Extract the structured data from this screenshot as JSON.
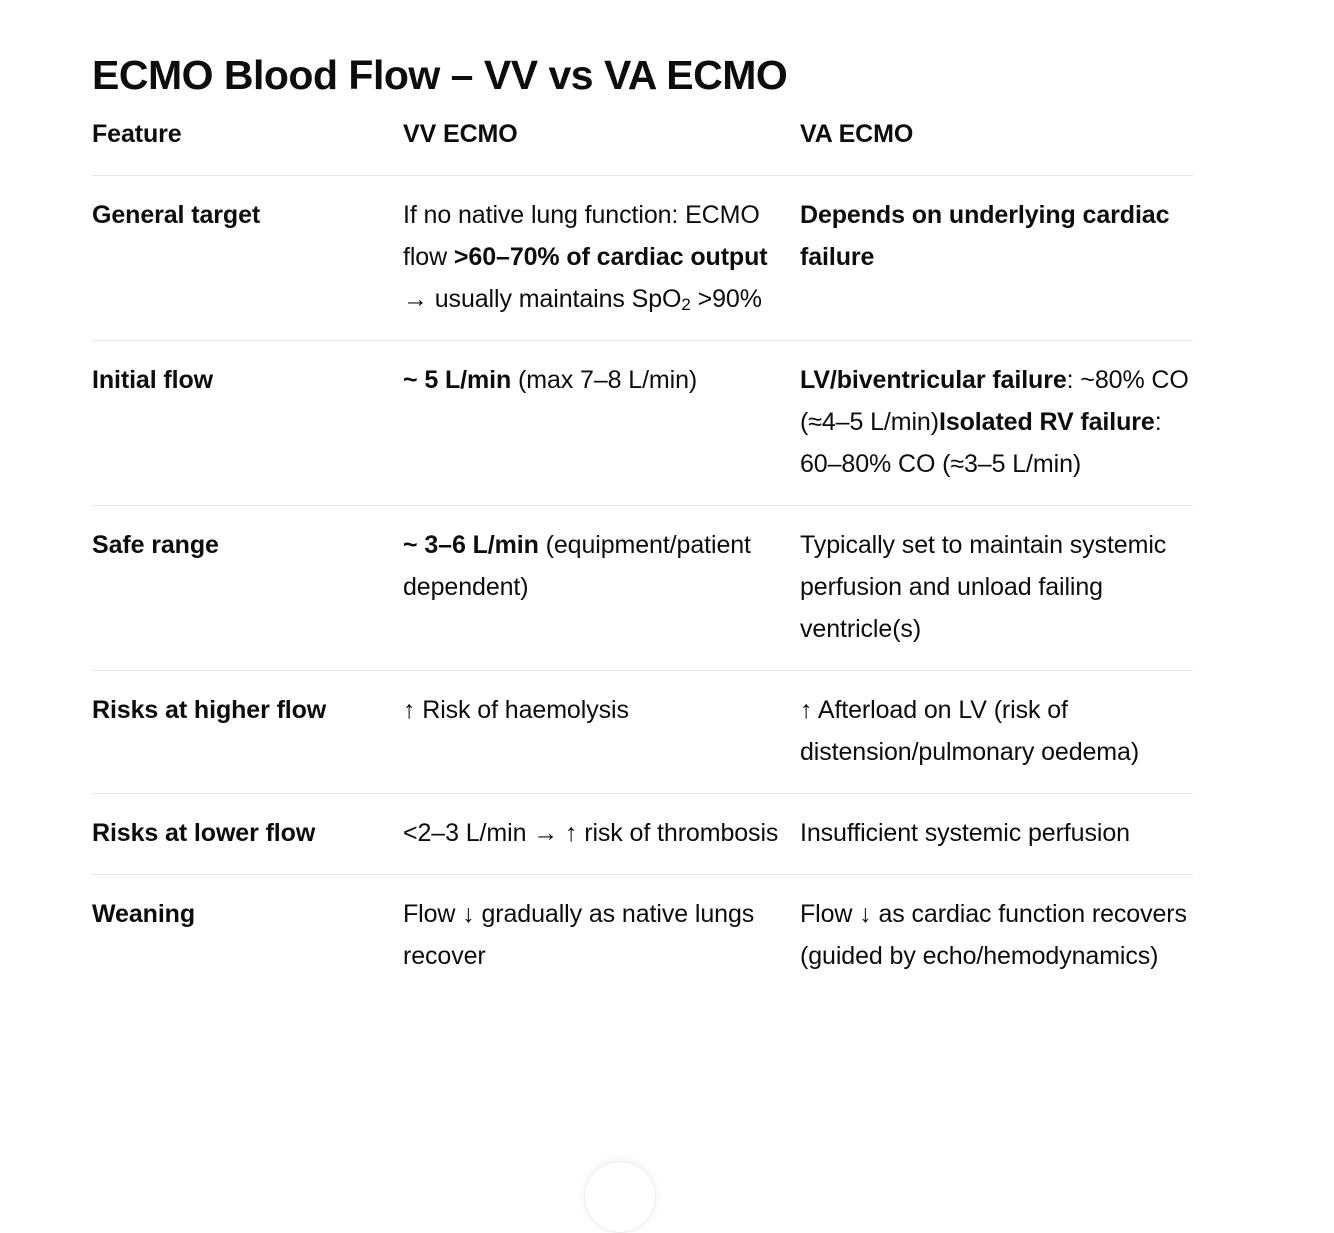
{
  "document": {
    "title": "ECMO Blood Flow – VV vs VA ECMO"
  },
  "table": {
    "headers": {
      "feature": "Feature",
      "vv": "VV ECMO",
      "va": "VA ECMO"
    },
    "rows": [
      {
        "feature": "General target",
        "vv_runs": [
          {
            "text": "If no native lung function: ECMO flow ",
            "bold": false
          },
          {
            "text": ">60–70% of cardiac output",
            "bold": true
          },
          {
            "text": " → usually maintains SpO",
            "bold": false
          },
          {
            "text": "2",
            "bold": false,
            "sub": true
          },
          {
            "text": " >90%",
            "bold": false
          }
        ],
        "va_runs": [
          {
            "text": "Depends on underlying cardiac failure",
            "bold": true
          }
        ]
      },
      {
        "feature": "Initial flow",
        "vv_runs": [
          {
            "text": "~ 5 L/min",
            "bold": true
          },
          {
            "text": " (max 7–8 L/min)",
            "bold": false
          }
        ],
        "va_runs": [
          {
            "text": "LV/biventricular failure",
            "bold": true
          },
          {
            "text": ": ~80% CO (≈4–5 L/min)",
            "bold": false
          },
          {
            "text": "Isolated RV failure",
            "bold": true
          },
          {
            "text": ": 60–80% CO (≈3–5 L/min)",
            "bold": false
          }
        ]
      },
      {
        "feature": "Safe range",
        "vv_runs": [
          {
            "text": "~ 3–6 L/min",
            "bold": true
          },
          {
            "text": " (equipment/patient dependent)",
            "bold": false
          }
        ],
        "va_runs": [
          {
            "text": "Typically set to maintain systemic perfusion and unload failing ventricle(s)",
            "bold": false
          }
        ]
      },
      {
        "feature": "Risks at higher flow",
        "vv_runs": [
          {
            "text": "↑ Risk of haemolysis",
            "bold": false
          }
        ],
        "va_runs": [
          {
            "text": "↑ Afterload on LV (risk of distension/pulmonary oedema)",
            "bold": false
          }
        ]
      },
      {
        "feature": "Risks at lower flow",
        "vv_runs": [
          {
            "text": "<2–3 L/min → ↑ risk of thrombosis",
            "bold": false
          }
        ],
        "va_runs": [
          {
            "text": "Insufficient systemic perfusion",
            "bold": false
          }
        ]
      },
      {
        "feature": "Weaning",
        "vv_runs": [
          {
            "text": "Flow ↓ gradually as native lungs recover",
            "bold": false
          }
        ],
        "va_runs": [
          {
            "text": "Flow ↓ as cardiac function recovers (guided by echo/hemodynamics)",
            "bold": false
          }
        ]
      }
    ]
  },
  "colors": {
    "text": "#0d0d0d",
    "divider": "#e6e6e6",
    "background": "#ffffff"
  }
}
